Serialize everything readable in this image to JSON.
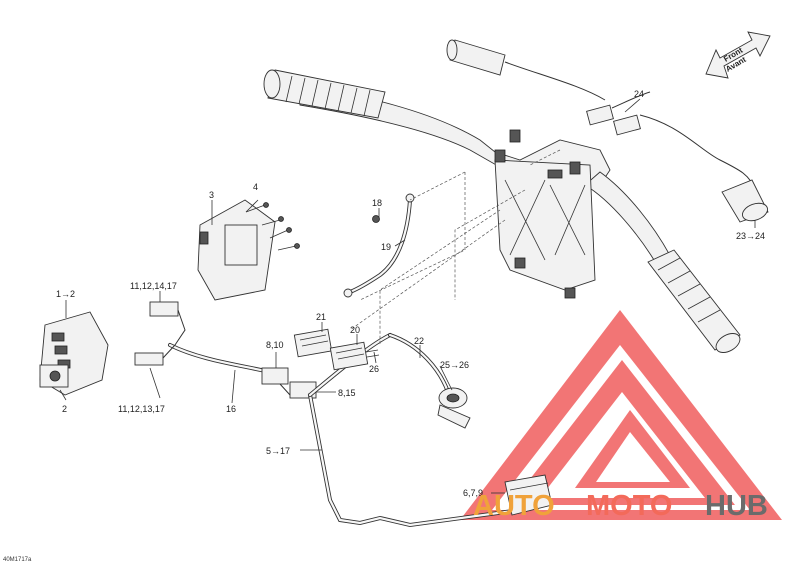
{
  "labels": {
    "l_1_2": "1→2",
    "l_2": "2",
    "l_3": "3",
    "l_4": "4",
    "l_11_12_14_17": "11,12,14,17",
    "l_11_12_13_17": "11,12,13,17",
    "l_16": "16",
    "l_8_10": "8,10",
    "l_8_15": "8,15",
    "l_5_17": "5→17",
    "l_18": "18",
    "l_19": "19",
    "l_21": "21",
    "l_20": "20",
    "l_22": "22",
    "l_26": "26",
    "l_25_26": "25→26",
    "l_6_7_9": "6,7,9",
    "l_24": "24",
    "l_23_24": "23→24"
  },
  "direction": {
    "line1": "Front",
    "line2": "Avant"
  },
  "diagram_code": "40M1717a",
  "watermark": {
    "part1": "AUTO",
    "part2": "MOTO",
    "part3": "HUB"
  },
  "colors": {
    "watermark_red": "#ee4b4b",
    "watermark_orange": "#f0a23a",
    "watermark_grey": "#6b6b6b"
  }
}
